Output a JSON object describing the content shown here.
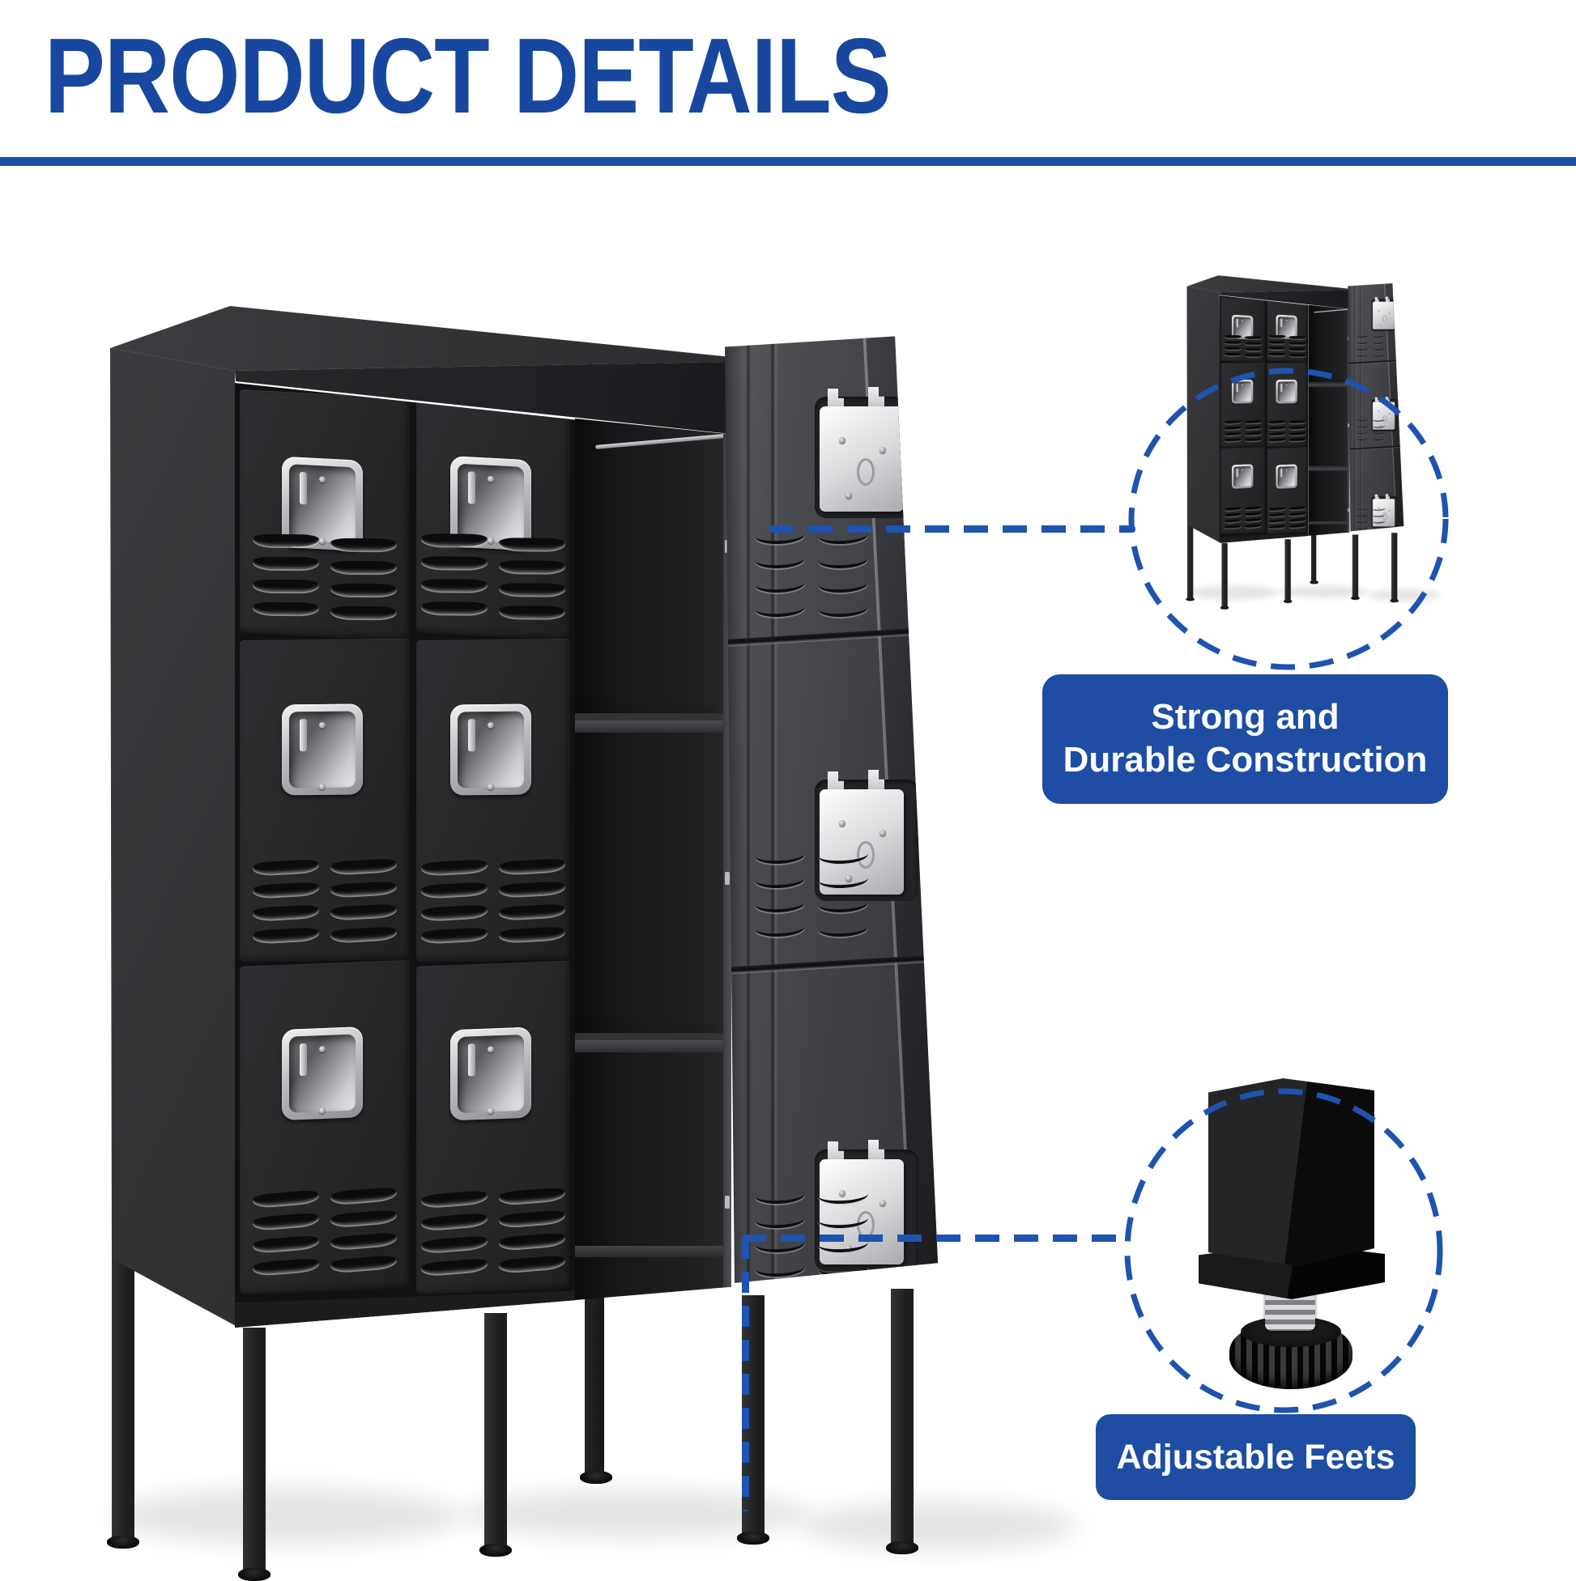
{
  "page": {
    "title": "PRODUCT DETAILS"
  },
  "theme": {
    "title_color": "#17479E",
    "divider_color": "#1D4FA5",
    "callout_bg": "#1E4DA3",
    "callout_text": "#FFFFFF",
    "dash_color": "#1E53B0",
    "page_bg": "#FFFFFF"
  },
  "callouts": {
    "construction": {
      "line1": "Strong and",
      "line2": "Durable Construction"
    },
    "feet": {
      "label": "Adjustable Feets"
    }
  },
  "product": {
    "type": "metal locker cabinet",
    "finish": "black",
    "door_columns": 3,
    "door_rows": 3,
    "closed_doors": 6,
    "open_doors": 3,
    "details_shown": [
      "recessed door handles",
      "ventilation louvers",
      "door latch plates",
      "adjustable feet"
    ]
  }
}
